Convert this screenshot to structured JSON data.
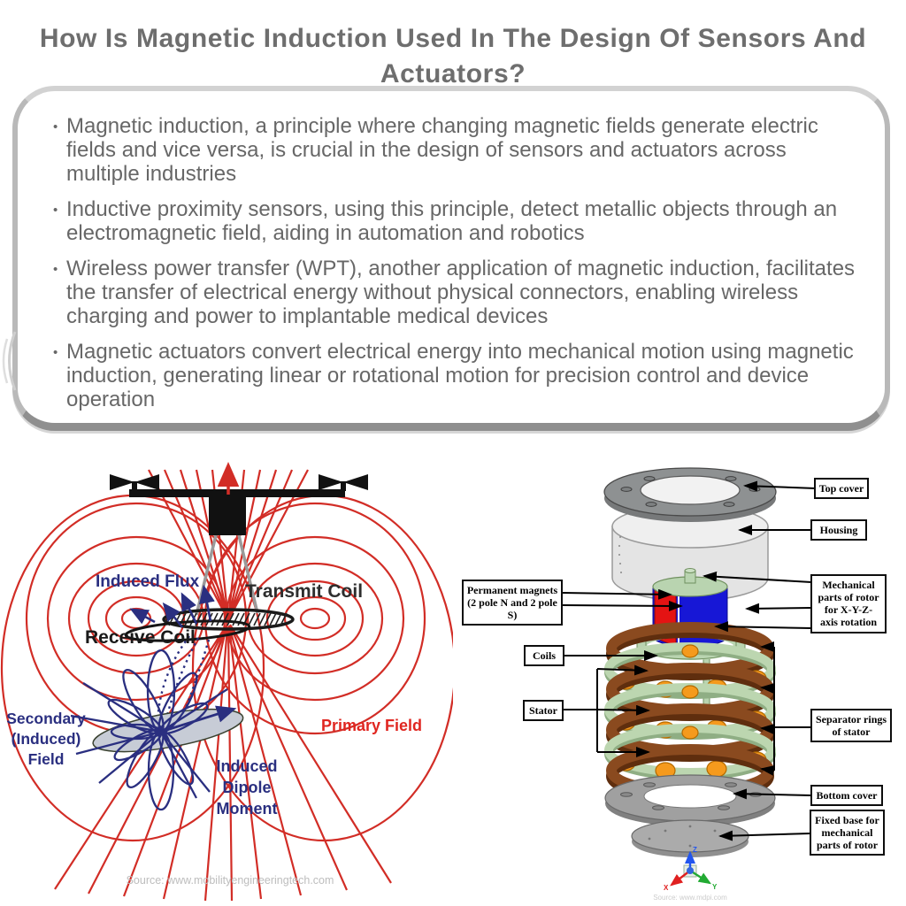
{
  "title": "How Is Magnetic Induction Used In The Design Of Sensors And Actuators?",
  "bullets": [
    "Magnetic induction, a principle where changing magnetic fields generate electric fields and vice versa, is crucial in the design of sensors and actuators across multiple industries",
    "Inductive proximity sensors, using this principle, detect metallic objects through an electromagnetic field, aiding in automation and robotics",
    "Wireless power transfer (WPT), another application of magnetic induction, facilitates the transfer of electrical energy without physical connectors, enabling wireless charging and power to implantable medical devices",
    "Magnetic actuators convert electrical energy into mechanical motion using magnetic induction, generating linear or rotational motion for precision control and device operation"
  ],
  "left_diagram": {
    "labels": {
      "induced_flux": "Induced Flux",
      "transmit_coil": "Transmit Coil",
      "receive_coil": "Receive Coil",
      "secondary_field": "Secondary\n(Induced)\nField",
      "primary_field": "Primary Field",
      "induced_dipole": "Induced\nDipole\nMoment",
      "source": "Source: www.mobilityengineeringtech.com"
    }
  },
  "right_diagram": {
    "labels": {
      "top_cover": "Top cover",
      "housing": "Housing",
      "permanent_magnets": "Permanent magnets (2 pole N and 2 pole S)",
      "mechanical_parts": "Mechanical parts of rotor for X-Y-Z-  axis rotation",
      "coils": "Coils",
      "stator": "Stator",
      "separator_rings": "Separator rings of stator",
      "bottom_cover": "Bottom cover",
      "fixed_base": "Fixed base for mechanical parts of rotor",
      "source": "Source: www.mdpi.com",
      "axis_x": "X",
      "axis_y": "Y",
      "axis_z": "Z"
    }
  },
  "colors": {
    "title_text": "#6e6e6e",
    "body_text": "#676767",
    "field_red": "#d22d26",
    "induced_navy": "#2a2f80",
    "primary_label_red": "#e02620",
    "coil_ring_brown": "#7c3f16",
    "stator_ring_green": "#bcd6b0",
    "coil_bobbin_orange": "#f59a1d",
    "magnet_red": "#e41313",
    "magnet_blue": "#1717d6",
    "housing_gray": "#e4e4e4",
    "cover_gray": "#8e9192"
  }
}
